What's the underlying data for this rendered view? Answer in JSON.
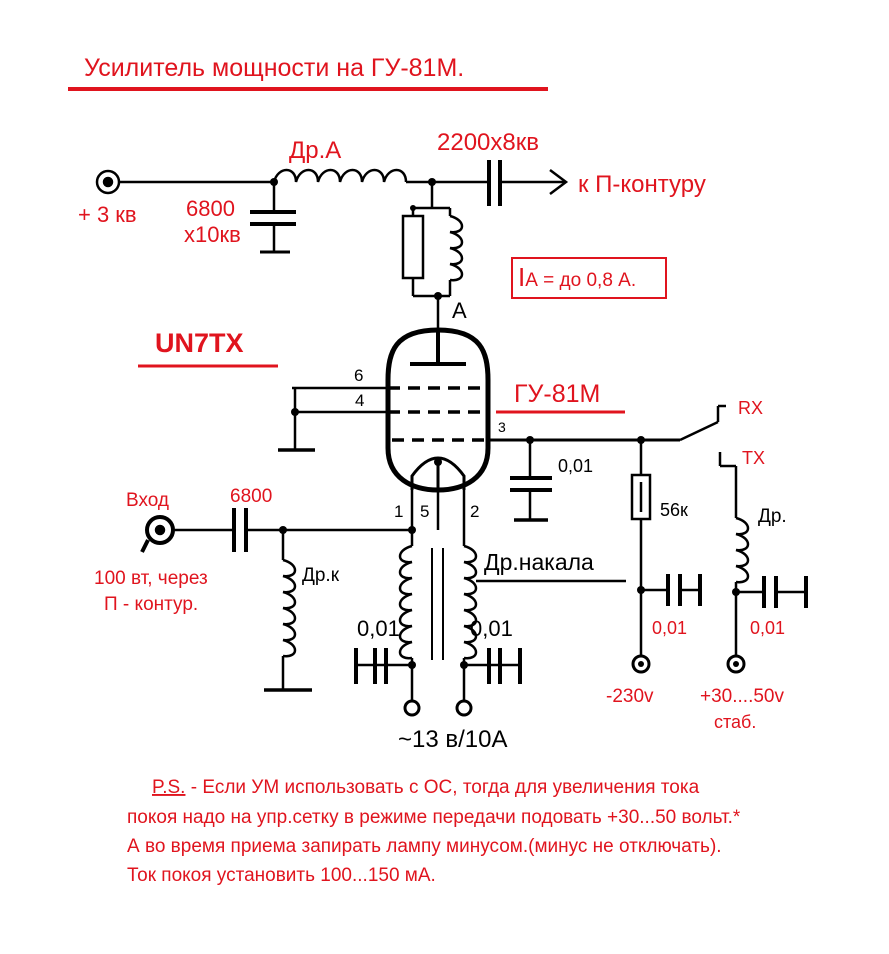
{
  "title": "Усилитель мощности на ГУ-81М.",
  "callsign": "UN7TX",
  "colors": {
    "accent": "#e0141e",
    "wire": "#000000"
  },
  "anode": {
    "supply": "+ 3 кв",
    "choke": "Др.А",
    "bypass_cap_value": "6800",
    "bypass_cap_voltage": "х10кв",
    "coupling_cap": "2200х8кв",
    "output": "к П-контуру",
    "anode_pin": "А",
    "current_prefix": "I",
    "current_rest": "А = до  0,8 А."
  },
  "tube": {
    "name": "ГУ-81М",
    "pin_6": "6",
    "pin_4": "4",
    "pin_3": "3",
    "pin_1": "1",
    "pin_5": "5",
    "pin_2": "2"
  },
  "input": {
    "label": "Вход",
    "cap": "6800",
    "note_line1": "100 вт, через",
    "note_line2": "П - контур.",
    "choke": "Др.к"
  },
  "filament": {
    "choke": "Др.накала",
    "cap_left": "0,01",
    "cap_right": "0,01",
    "supply": "~13 в/10А"
  },
  "grid": {
    "cap": "0,01",
    "resistor": "56к",
    "cap_neg": "0,01",
    "neg_supply": "-230v",
    "rx": "RX",
    "tx": "TX",
    "choke": "Др.",
    "cap_pos": "0,01",
    "pos_supply": "+30....50v",
    "pos_note": "стаб."
  },
  "ps": {
    "label": "P.S.",
    "dash": " - ",
    "line1": "Если УМ использовать с ОС, тогда для увеличения тока",
    "line2": "покоя надо на упр.сетку в режиме передачи подовать +30...50 вольт.*",
    "line3": "А во время приема запирать лампу минусом.(минус не отключать).",
    "line4": "Ток покоя установить 100...150 мА."
  }
}
